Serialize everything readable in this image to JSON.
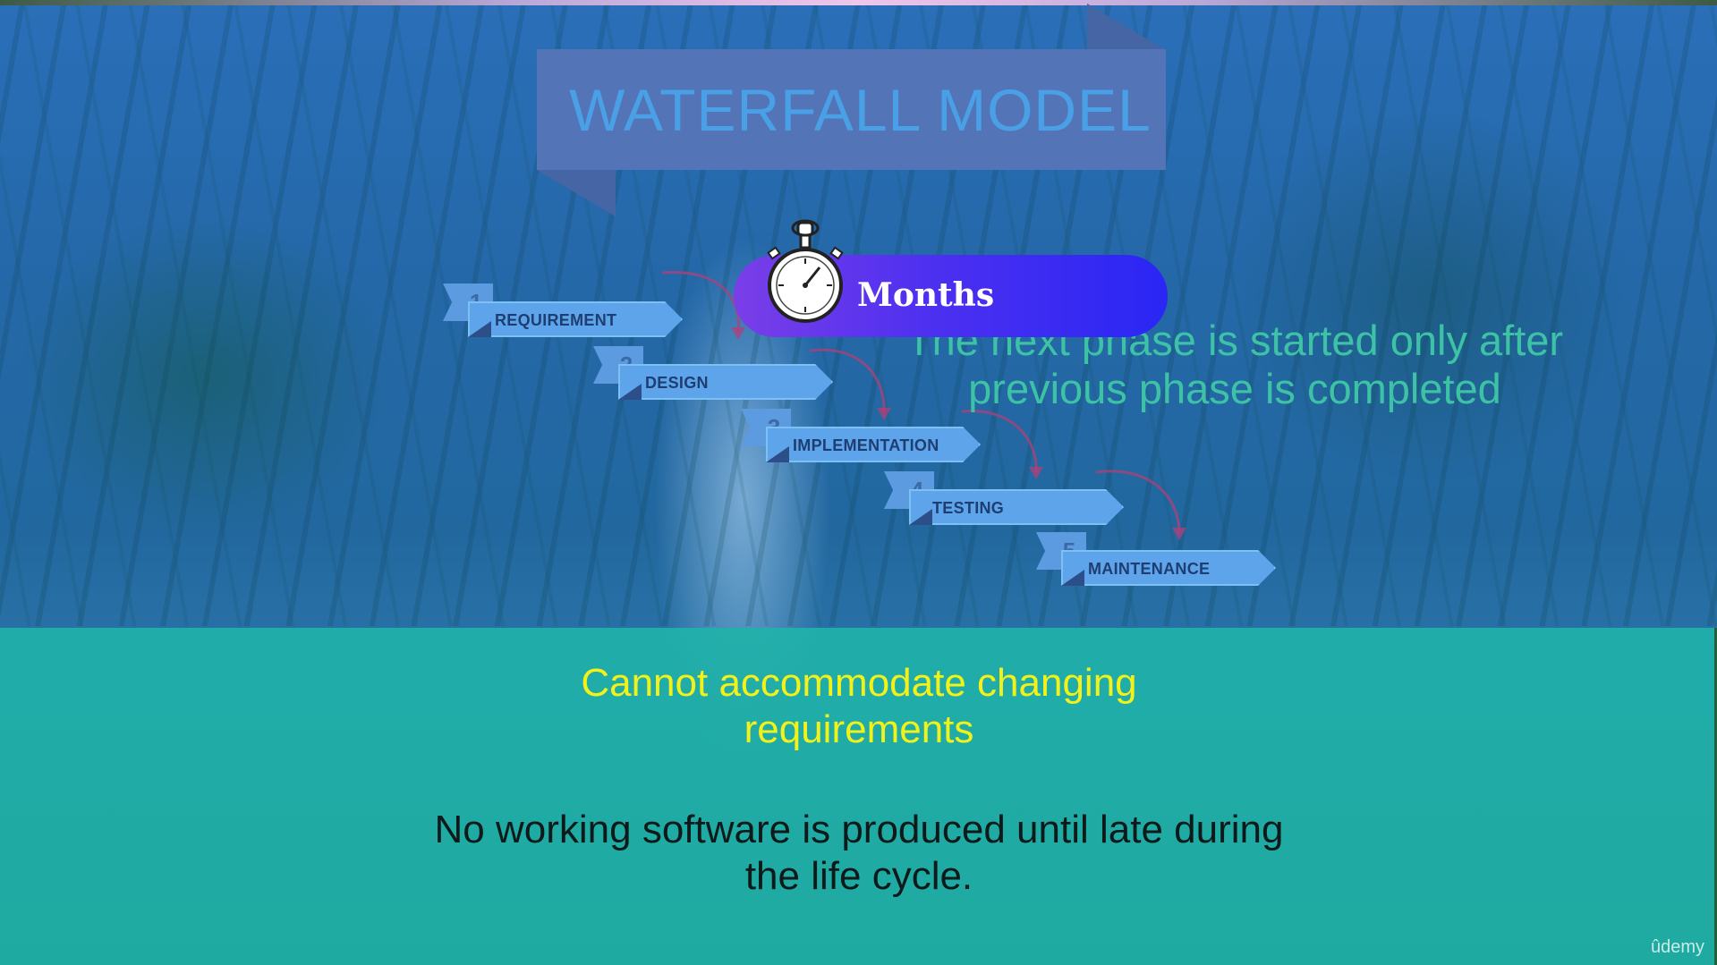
{
  "slide": {
    "title": "WATERFALL MODEL",
    "timer_label": "Months",
    "phase_note": "The next phase is started only after previous phase is completed",
    "phases": [
      {
        "number": "1",
        "label": "REQUIREMENT"
      },
      {
        "number": "2",
        "label": "DESIGN"
      },
      {
        "number": "3",
        "label": "IMPLEMENTATION"
      },
      {
        "number": "4",
        "label": "TESTING"
      },
      {
        "number": "5",
        "label": "MAINTENANCE"
      }
    ],
    "drawback_1": "Cannot accommodate changing requirements",
    "drawback_2": "No working software is produced until late during the life cycle."
  },
  "watermark": "ûdemy",
  "colors": {
    "title_text": "#4aa0e6",
    "banner": "#5374b6",
    "pill_start": "#7a3ee8",
    "pill_end": "#2a26f4",
    "phase_note": "#3ec2a6",
    "drawback_1": "#f2f21a",
    "teal_band": "#20b2aa"
  },
  "icons": {
    "timer": "stopwatch-icon"
  }
}
